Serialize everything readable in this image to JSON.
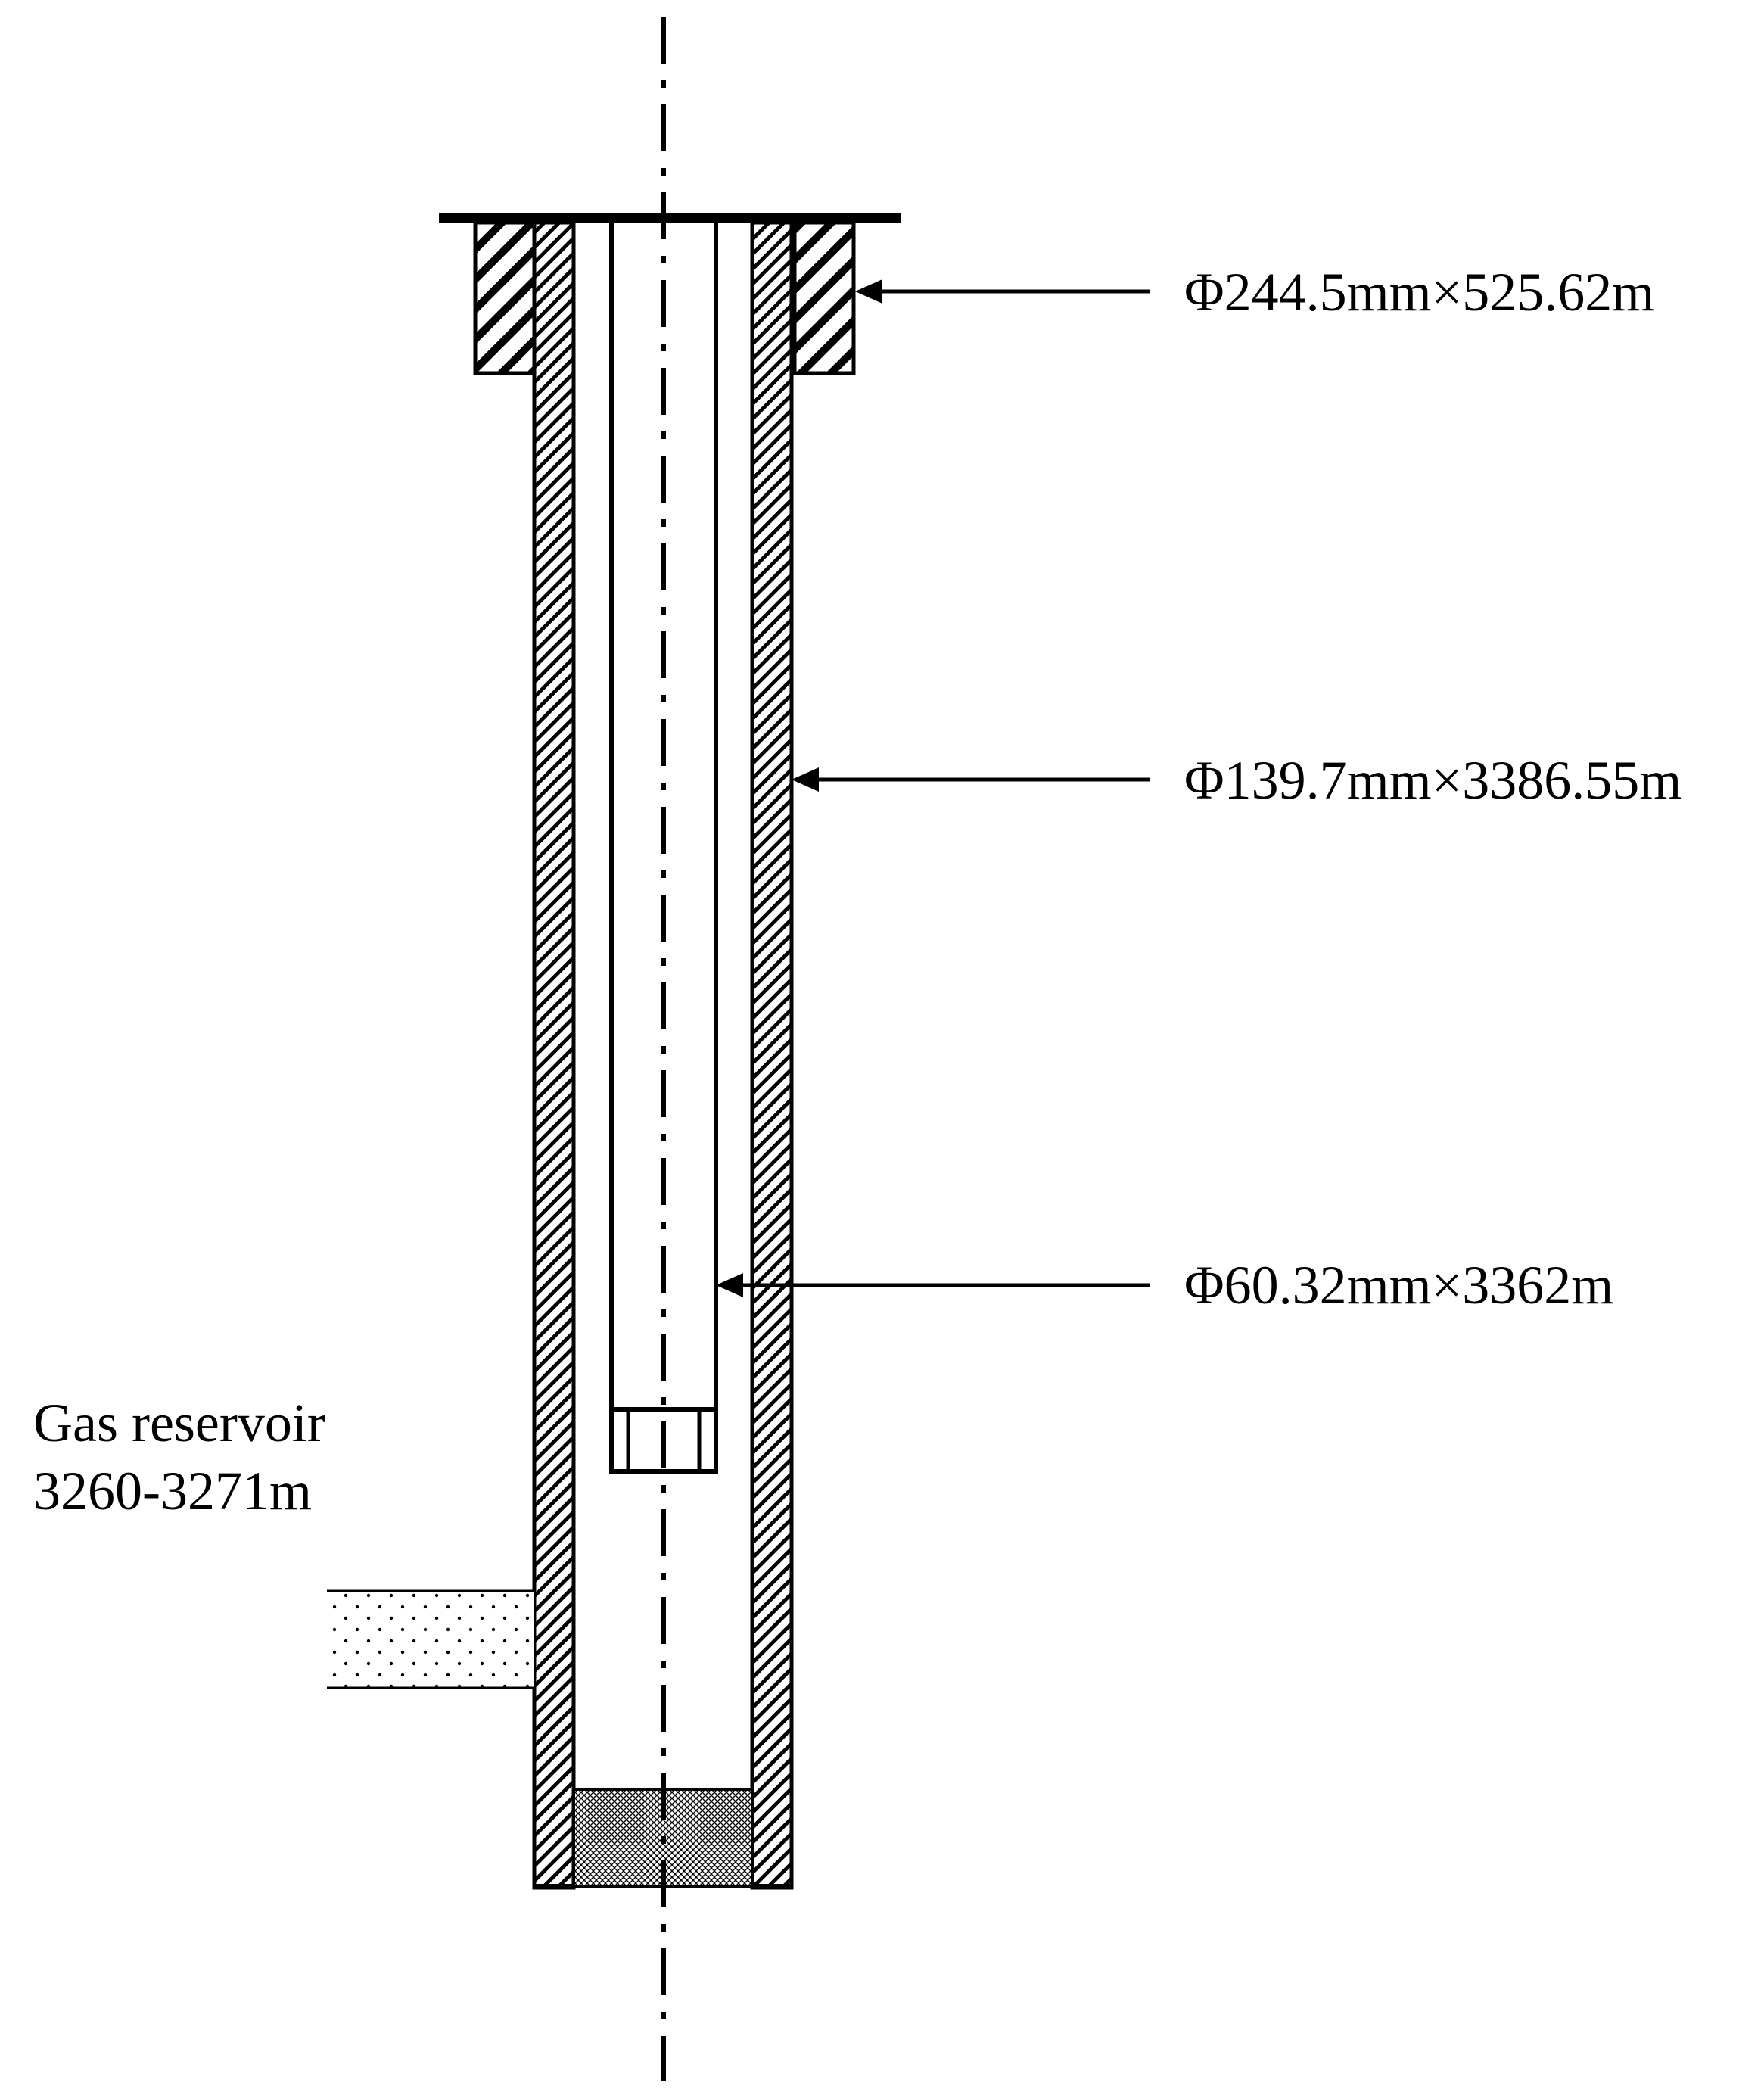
{
  "annotations": {
    "surface_casing": "Φ244.5mm×525.62m",
    "production_casing": "Φ139.7mm×3386.55m",
    "tubing": "Φ60.32mm×3362m"
  },
  "reservoir": {
    "title": "Gas reservoir",
    "depth": "3260-3271m"
  },
  "colors": {
    "line": "#000000",
    "background": "#ffffff"
  }
}
